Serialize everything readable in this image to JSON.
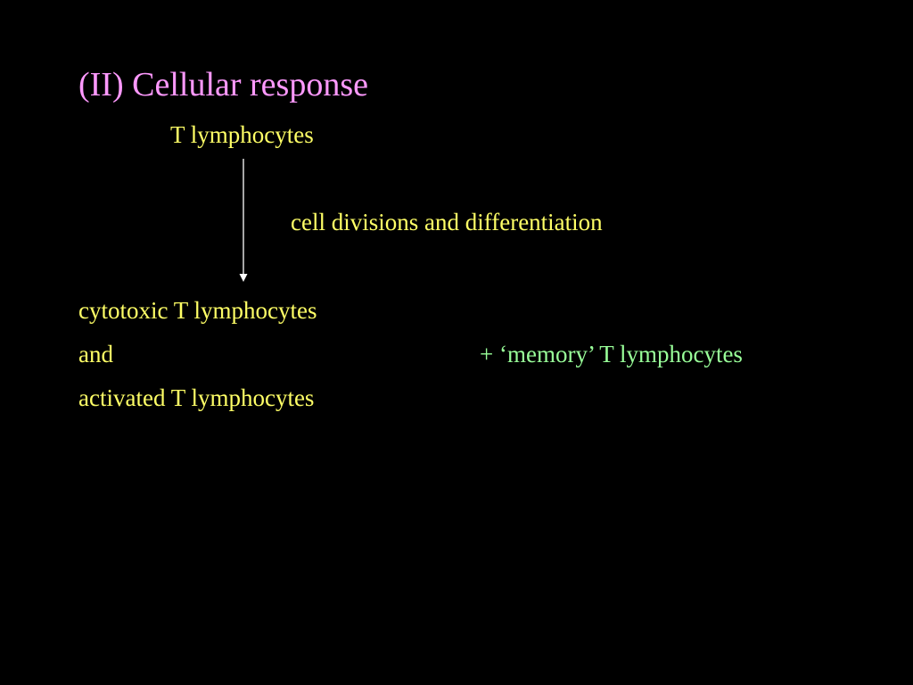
{
  "slide": {
    "title": "(II) Cellular response",
    "source_cell": "T lymphocytes",
    "process_label": "cell divisions and differentiation",
    "result_line_1": "cytotoxic T lymphocytes",
    "result_line_2": "and",
    "result_line_3": "activated T lymphocytes",
    "memory_label": "+ ‘memory’ T lymphocytes"
  },
  "colors": {
    "background": "#000000",
    "title": "#ff99ff",
    "body": "#ffff66",
    "memory": "#99ff99",
    "arrow": "#ffffff"
  },
  "icons": {
    "arrow": "down-arrow-icon"
  }
}
